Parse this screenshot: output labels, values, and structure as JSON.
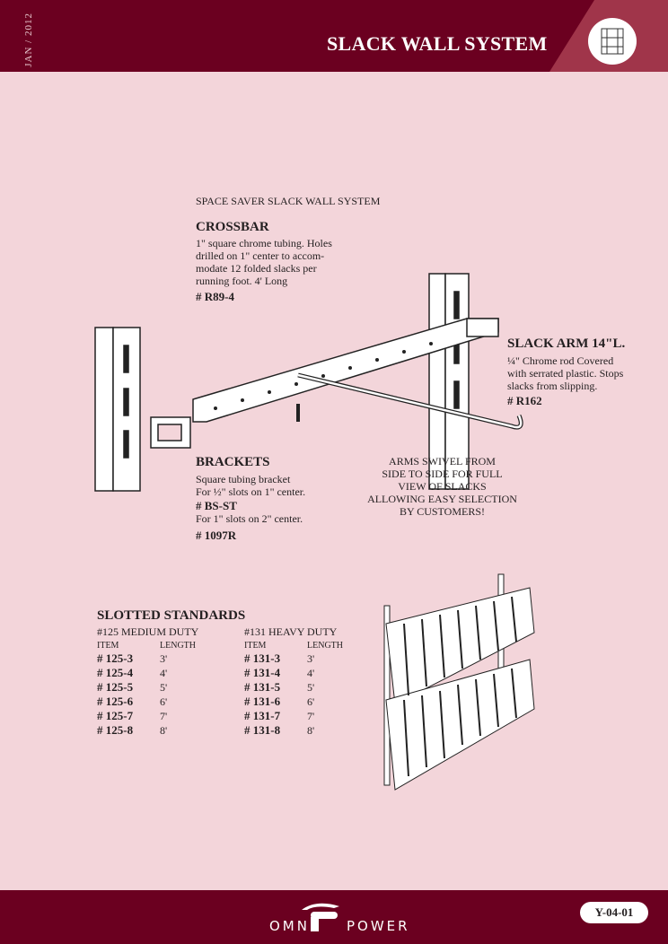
{
  "header": {
    "date": "JAN / 2012",
    "title": "SLACK WALL SYSTEM"
  },
  "intro": "SPACE SAVER SLACK WALL SYSTEM",
  "crossbar": {
    "title": "CROSSBAR",
    "lines": [
      "1\"  square chrome tubing. Holes",
      "drilled on 1\"  center to accom-",
      "modate 12 folded slacks per",
      "running foot.  4'  Long"
    ],
    "code": "# R89-4"
  },
  "slack_arm": {
    "title": "SLACK ARM 14\"L.",
    "lines": [
      "¼\"  Chrome rod Covered",
      "with serrated plastic. Stops",
      "slacks from slipping."
    ],
    "code": "# R162"
  },
  "brackets": {
    "title": "BRACKETS",
    "lines": [
      "Square tubing bracket",
      "For ½\"  slots on 1\" center."
    ],
    "code1": "# BS-ST",
    "line3": "For 1\"  slots on 2\" center.",
    "code2": "# 1097R"
  },
  "note": [
    "ARMS SWIVEL FROM",
    "SIDE TO SIDE FOR FULL",
    "VIEW OF SLACKS",
    "ALLOWING EASY SELECTION",
    "BY CUSTOMERS!"
  ],
  "standards": {
    "title": "SLOTTED STANDARDS",
    "groups": [
      {
        "name": "#125  MEDIUM DUTY",
        "col_item": "ITEM",
        "col_length": "LENGTH",
        "rows": [
          [
            "# 125-3",
            "3'"
          ],
          [
            "# 125-4",
            "4'"
          ],
          [
            "# 125-5",
            "5'"
          ],
          [
            "# 125-6",
            "6'"
          ],
          [
            "# 125-7",
            "7'"
          ],
          [
            "# 125-8",
            "8'"
          ]
        ]
      },
      {
        "name": "#131  HEAVY DUTY",
        "col_item": "ITEM",
        "col_length": "LENGTH",
        "rows": [
          [
            "# 131-3",
            "3'"
          ],
          [
            "# 131-4",
            "4'"
          ],
          [
            "# 131-5",
            "5'"
          ],
          [
            "# 131-6",
            "6'"
          ],
          [
            "# 131-7",
            "7'"
          ],
          [
            "# 131-8",
            "8'"
          ]
        ]
      }
    ]
  },
  "footer": {
    "brand_left": "OMNI",
    "brand_right": "POWER",
    "page_code": "Y-04-01"
  },
  "colors": {
    "maroon": "#6b0020",
    "accent": "#a0354a",
    "background": "#f3d5da"
  }
}
